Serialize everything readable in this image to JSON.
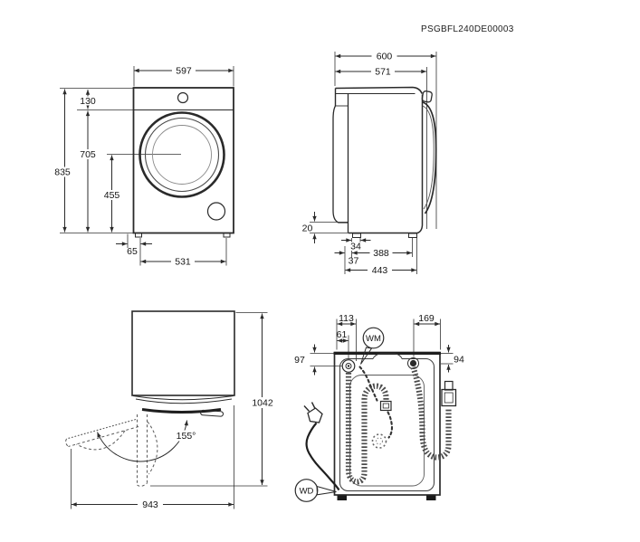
{
  "title": "PSGBFL240DE00003",
  "views": {
    "front": {
      "dims": {
        "width": "597",
        "height": "835",
        "top_panel": "130",
        "panel_to_floor": "705",
        "door_center_to_floor": "455",
        "foot_offset": "65",
        "feet_span": "531"
      }
    },
    "side": {
      "dims": {
        "depth_total": "600",
        "depth_body": "571",
        "rear_gap": "20",
        "foot_width": "34",
        "foot_setback": "37",
        "feet_gap": "388",
        "feet_span": "443"
      }
    },
    "top": {
      "dims": {
        "depth_door_open": "1042",
        "width_door_open": "943",
        "door_angle": "155°"
      }
    },
    "rear": {
      "dims": {
        "hose_exit_offset": "113",
        "drain_port_offset": "61",
        "inlet_offset": "169",
        "left_drop": "97",
        "right_drop": "94"
      },
      "balloons": {
        "wm": "WM",
        "wd": "WD"
      }
    }
  }
}
